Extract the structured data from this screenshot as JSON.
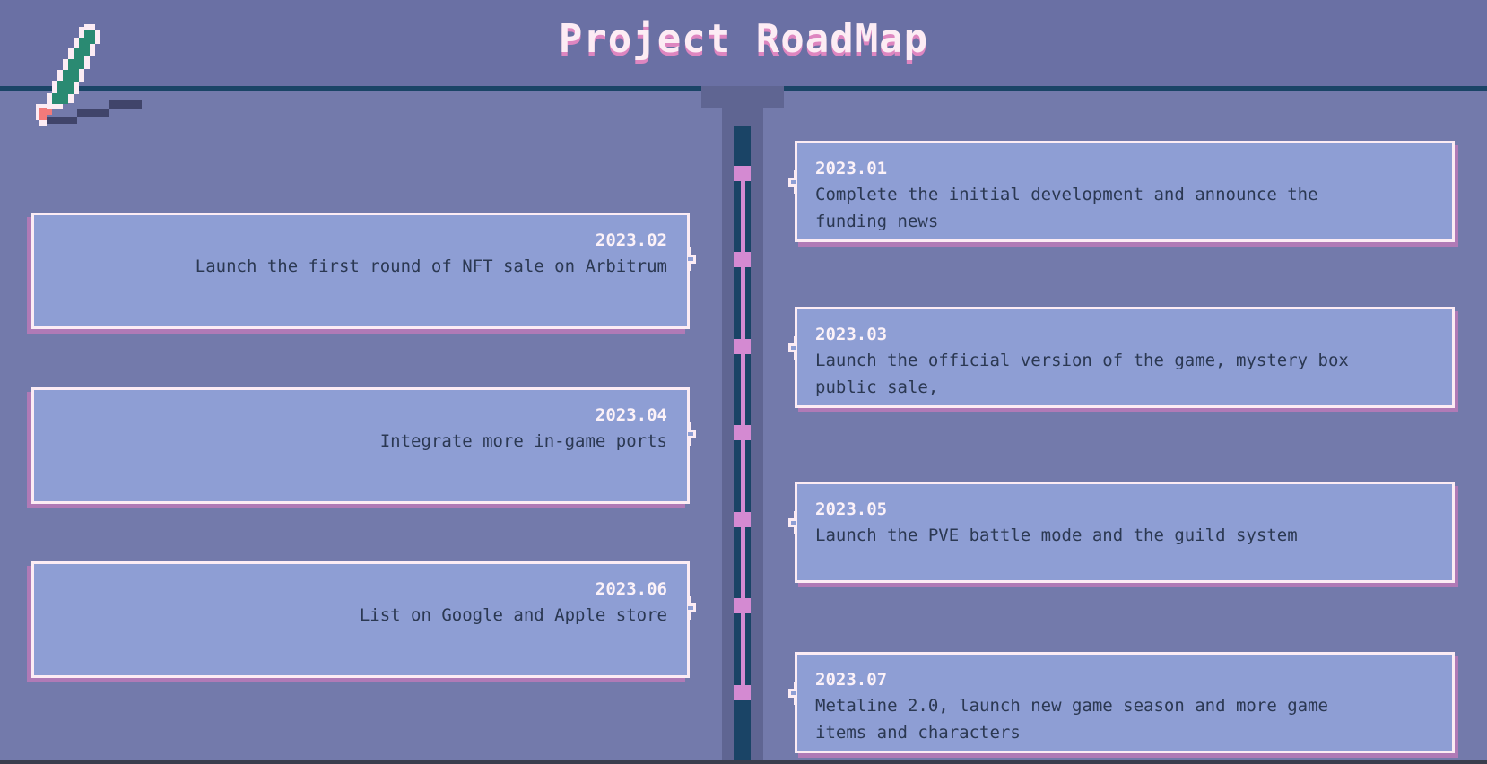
{
  "header": {
    "title": "Project RoadMap",
    "logo_icon": "pencil-icon"
  },
  "colors": {
    "background": "#737aab",
    "header_bg": "#6a70a4",
    "header_line": "#1a4466",
    "card_bg": "#8e9ed4",
    "card_border": "#fcecf4",
    "card_shadow": "#b07ab6",
    "title_shadow": "#de86c0",
    "spine_node": "#d48ad2",
    "text_dark": "#2b3852"
  },
  "roadmap": {
    "left": [
      {
        "date": "2023.02",
        "description": "Launch the first round of NFT sale on Arbitrum"
      },
      {
        "date": "2023.04",
        "description": "Integrate more in-game ports"
      },
      {
        "date": "2023.06",
        "description": "List on Google and Apple store"
      }
    ],
    "right": [
      {
        "date": "2023.01",
        "description": "Complete the initial development and announce the funding news"
      },
      {
        "date": "2023.03",
        "description": "Launch the official version of the game, mystery box public sale,"
      },
      {
        "date": "2023.05",
        "description": "Launch the PVE battle mode and the guild system"
      },
      {
        "date": "2023.07",
        "description": "Metaline 2.0, launch new game season and more game items and characters"
      }
    ]
  }
}
